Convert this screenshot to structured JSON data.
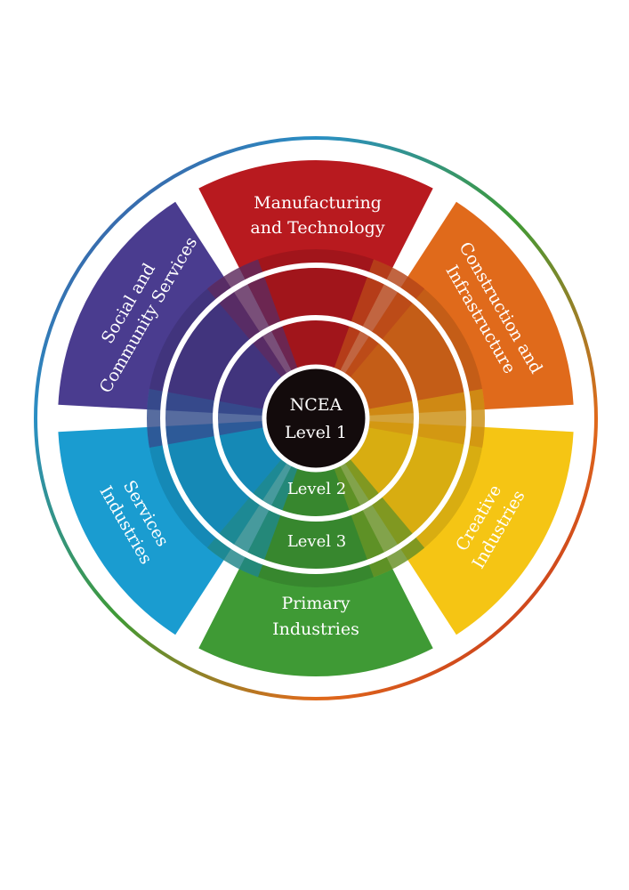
{
  "center": {
    "line1": "NCEA",
    "line2": "Level 1",
    "color": "#130b0c"
  },
  "levels": {
    "level2": "Level 2",
    "level3": "Level 3"
  },
  "sectors": [
    {
      "id": "manufacturing",
      "line1": "Manufacturing",
      "line2": "and Technology",
      "color": "#b81a1f"
    },
    {
      "id": "construction",
      "line1": "Construction and",
      "line2": "Infrastructure",
      "color": "#e06a1b"
    },
    {
      "id": "creative",
      "line1": "Creative",
      "line2": "Industries",
      "color": "#f5c514"
    },
    {
      "id": "primary",
      "line1": "Primary",
      "line2": "Industries",
      "color": "#3f9a35"
    },
    {
      "id": "services",
      "line1": "Services",
      "line2": "Industries",
      "color": "#1a9cd0"
    },
    {
      "id": "social",
      "line1": "Social and",
      "line2": "Community Services",
      "color": "#4a3c8f"
    }
  ],
  "outer_ring_colors": [
    "#b81a1f",
    "#e06a1b",
    "#f5c514",
    "#3f9a35",
    "#1a9cd0",
    "#4a3c8f"
  ]
}
